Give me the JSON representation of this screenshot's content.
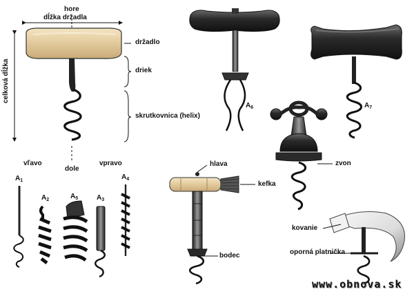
{
  "labels": {
    "hore": "hore",
    "handle_length": "dĺžka držadla",
    "handle": "držadlo",
    "shank": "driek",
    "helix": "skrutkovnica (helix)",
    "total_length": "celková dĺžka",
    "left": "vľavo",
    "down": "dole",
    "right": "vpravo",
    "head": "hlava",
    "brush": "kefka",
    "bell": "zvon",
    "spike": "bodec",
    "ferrule": "kovanie",
    "support_plate": "oporná platnička"
  },
  "variants": [
    {
      "letter": "A",
      "num": "1"
    },
    {
      "letter": "A",
      "num": "2"
    },
    {
      "letter": "A",
      "num": "5"
    },
    {
      "letter": "A",
      "num": "3"
    },
    {
      "letter": "A",
      "num": "4"
    },
    {
      "letter": "A",
      "num": "6"
    },
    {
      "letter": "A",
      "num": "7"
    }
  ],
  "watermark": "www.obnova.sk",
  "colors": {
    "ink": "#111111",
    "wood_light": "#e8d2a6",
    "wood_dark": "#2b2b2b"
  }
}
